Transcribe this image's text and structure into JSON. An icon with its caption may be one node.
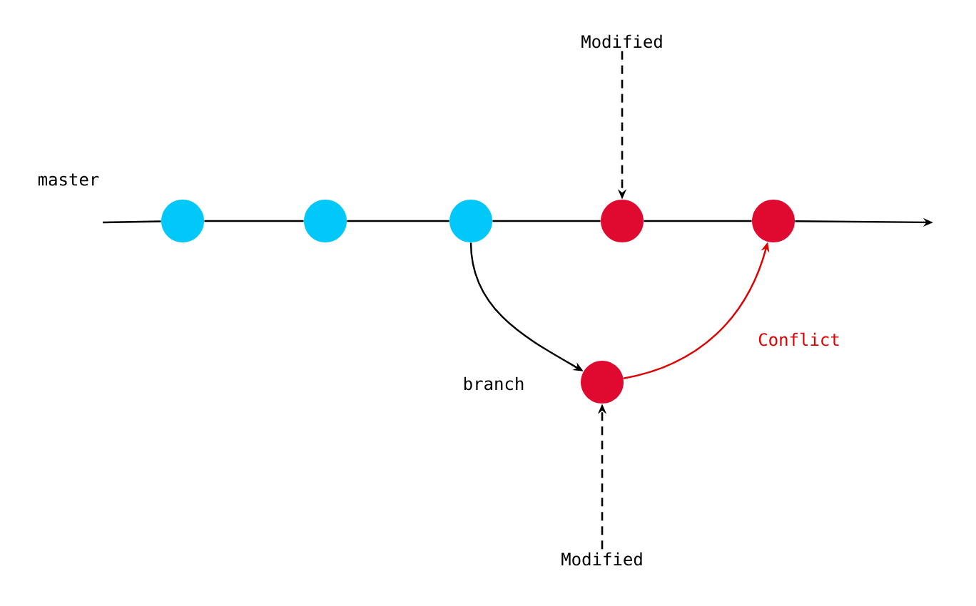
{
  "diagram": {
    "nodes": [
      {
        "text": [],
        "shape": "circle"
      },
      {
        "text": [],
        "shape": "circle"
      },
      {
        "text": [],
        "shape": "circle"
      },
      {
        "text": [],
        "shape": "circle"
      },
      {
        "text": [],
        "shape": "circle"
      },
      {
        "text": [],
        "shape": "circle",
        "beside": [
          "branch"
        ]
      },
      {
        "text": [
          "Modified"
        ]
      },
      {
        "text": [
          "Modified"
        ]
      }
    ],
    "edges": [
      {
        "from": null,
        "to": 0,
        "arrow": "none"
      },
      {
        "from": 0,
        "to": 1,
        "arrow": "none"
      },
      {
        "from": 1,
        "to": 2,
        "arrow": "none"
      },
      {
        "from": 2,
        "to": 3,
        "arrow": "none"
      },
      {
        "from": 3,
        "to": 4,
        "arrow": "none"
      },
      {
        "from": 4,
        "to": null,
        "arrow": "to"
      },
      {
        "from": 2,
        "to": 5,
        "arrow": "to"
      },
      {
        "from": 5,
        "to": 4,
        "arrow": "to",
        "label": "Conflict",
        "color": "#e00000"
      },
      {
        "from": 6,
        "to": 3,
        "arrow": "to",
        "style": "dashed"
      },
      {
        "from": 7,
        "to": 5,
        "arrow": "to",
        "style": "dashed"
      }
    ],
    "labels": [
      "master"
    ]
  }
}
